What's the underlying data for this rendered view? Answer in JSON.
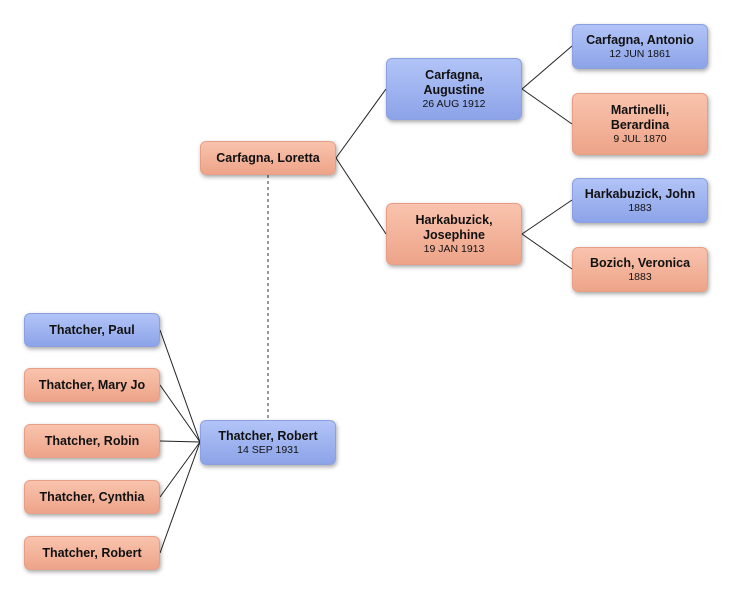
{
  "people": {
    "robert": {
      "name": "Thatcher, Robert",
      "date": "14 SEP 1931",
      "sex": "male"
    },
    "loretta": {
      "name": "Carfagna, Loretta",
      "sex": "female"
    },
    "augustine": {
      "name": "Carfagna, Augustine",
      "date": "26 AUG 1912",
      "sex": "male"
    },
    "josephine": {
      "name": "Harkabuzick, Josephine",
      "date": "19 JAN 1913",
      "sex": "female"
    },
    "antonio": {
      "name": "Carfagna, Antonio",
      "date": "12 JUN 1861",
      "sex": "male"
    },
    "berardina": {
      "name": "Martinelli, Berardina",
      "date": "9 JUL 1870",
      "sex": "female"
    },
    "john": {
      "name": "Harkabuzick, John",
      "date": "1883",
      "sex": "male"
    },
    "veronica": {
      "name": "Bozich, Veronica",
      "date": "1883",
      "sex": "female"
    }
  },
  "children": [
    {
      "name": "Thatcher, Paul",
      "sex": "male"
    },
    {
      "name": "Thatcher, Mary Jo",
      "sex": "female"
    },
    {
      "name": "Thatcher, Robin",
      "sex": "female"
    },
    {
      "name": "Thatcher, Cynthia",
      "sex": "female"
    },
    {
      "name": "Thatcher, Robert",
      "sex": "female"
    }
  ],
  "colors": {
    "male_fill": "#9fb4f0",
    "female_fill": "#f3b49b",
    "connector": "#222222",
    "spouse_link": "#777777"
  }
}
